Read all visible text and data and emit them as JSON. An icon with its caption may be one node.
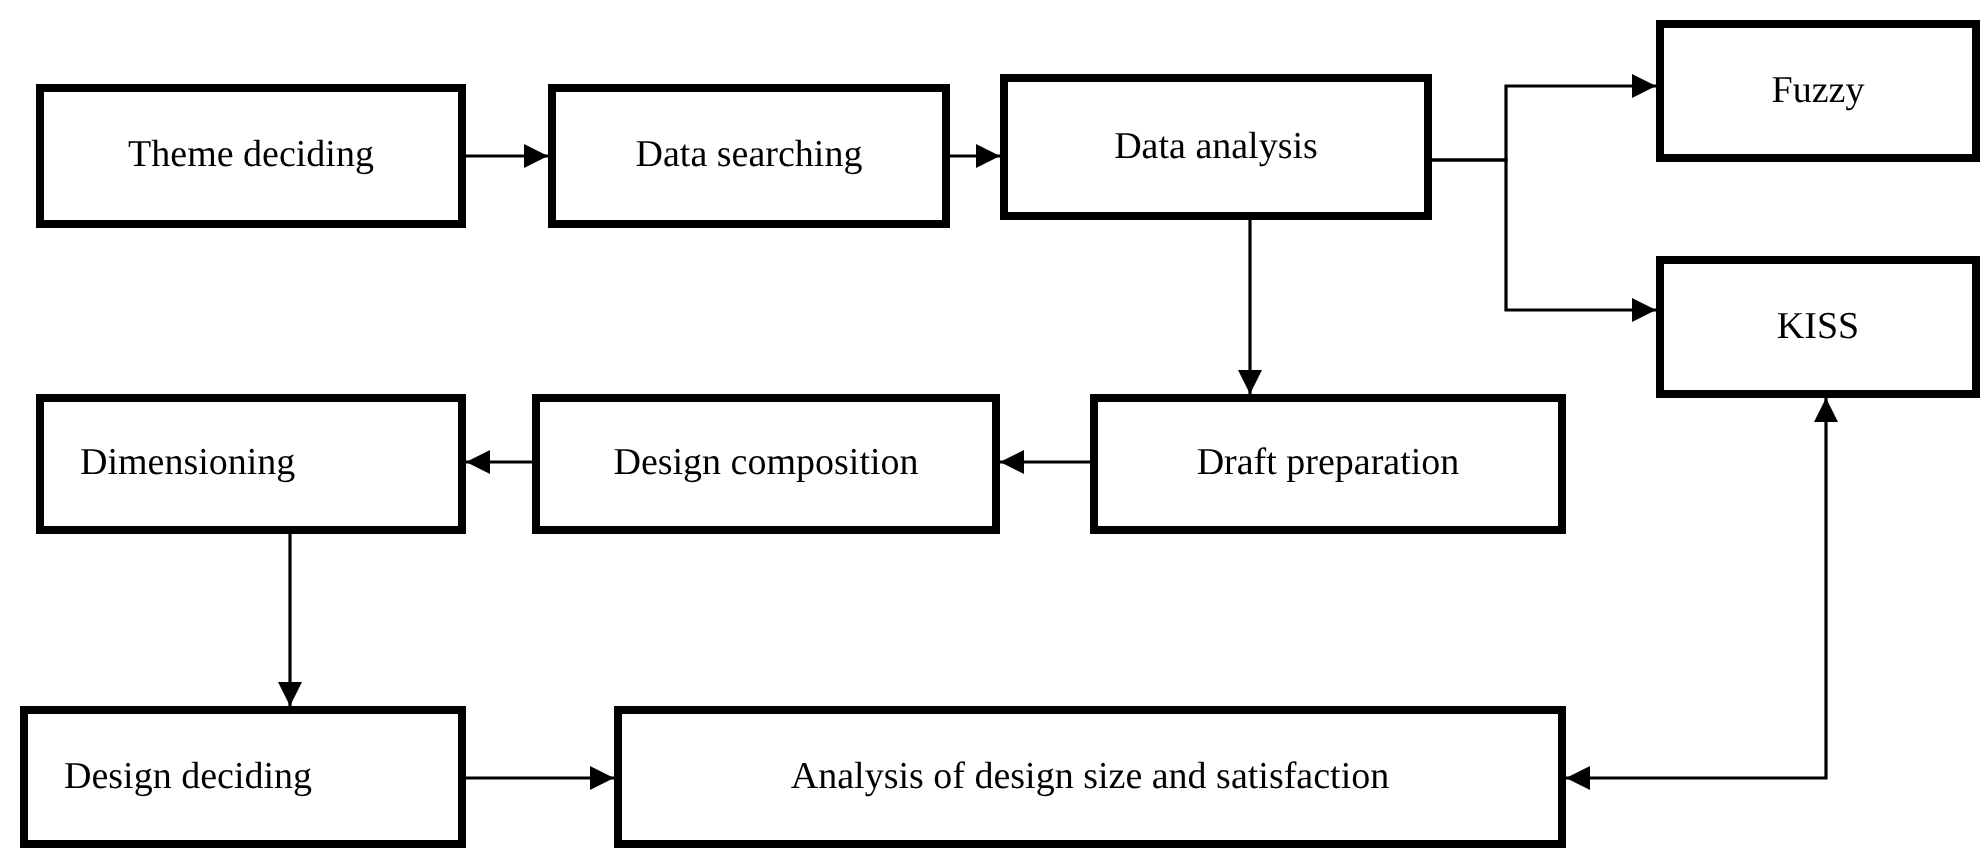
{
  "diagram": {
    "nodes": [
      {
        "text": [
          "Theme deciding"
        ]
      },
      {
        "text": [
          "Data searching"
        ]
      },
      {
        "text": [
          "Data analysis"
        ]
      },
      {
        "text": [
          "Fuzzy"
        ]
      },
      {
        "text": [
          "KISS"
        ]
      },
      {
        "text": [
          "Dimensioning"
        ]
      },
      {
        "text": [
          "Design composition"
        ]
      },
      {
        "text": [
          "Draft preparation"
        ]
      },
      {
        "text": [
          "Design deciding"
        ]
      },
      {
        "text": [
          "Analysis of design size and satisfaction"
        ]
      }
    ],
    "edges": [
      {
        "from": 0,
        "to": 1,
        "arrow": "to"
      },
      {
        "from": 1,
        "to": 2,
        "arrow": "to"
      },
      {
        "from": 2,
        "to": 3,
        "arrow": "to"
      },
      {
        "from": 2,
        "to": 4,
        "arrow": "to"
      },
      {
        "from": 2,
        "to": 7,
        "arrow": "to"
      },
      {
        "from": 7,
        "to": 6,
        "arrow": "to"
      },
      {
        "from": 6,
        "to": 5,
        "arrow": "to"
      },
      {
        "from": 5,
        "to": 8,
        "arrow": "to"
      },
      {
        "from": 8,
        "to": 9,
        "arrow": "to"
      },
      {
        "from": 9,
        "to": 4,
        "arrow": "both"
      }
    ]
  }
}
